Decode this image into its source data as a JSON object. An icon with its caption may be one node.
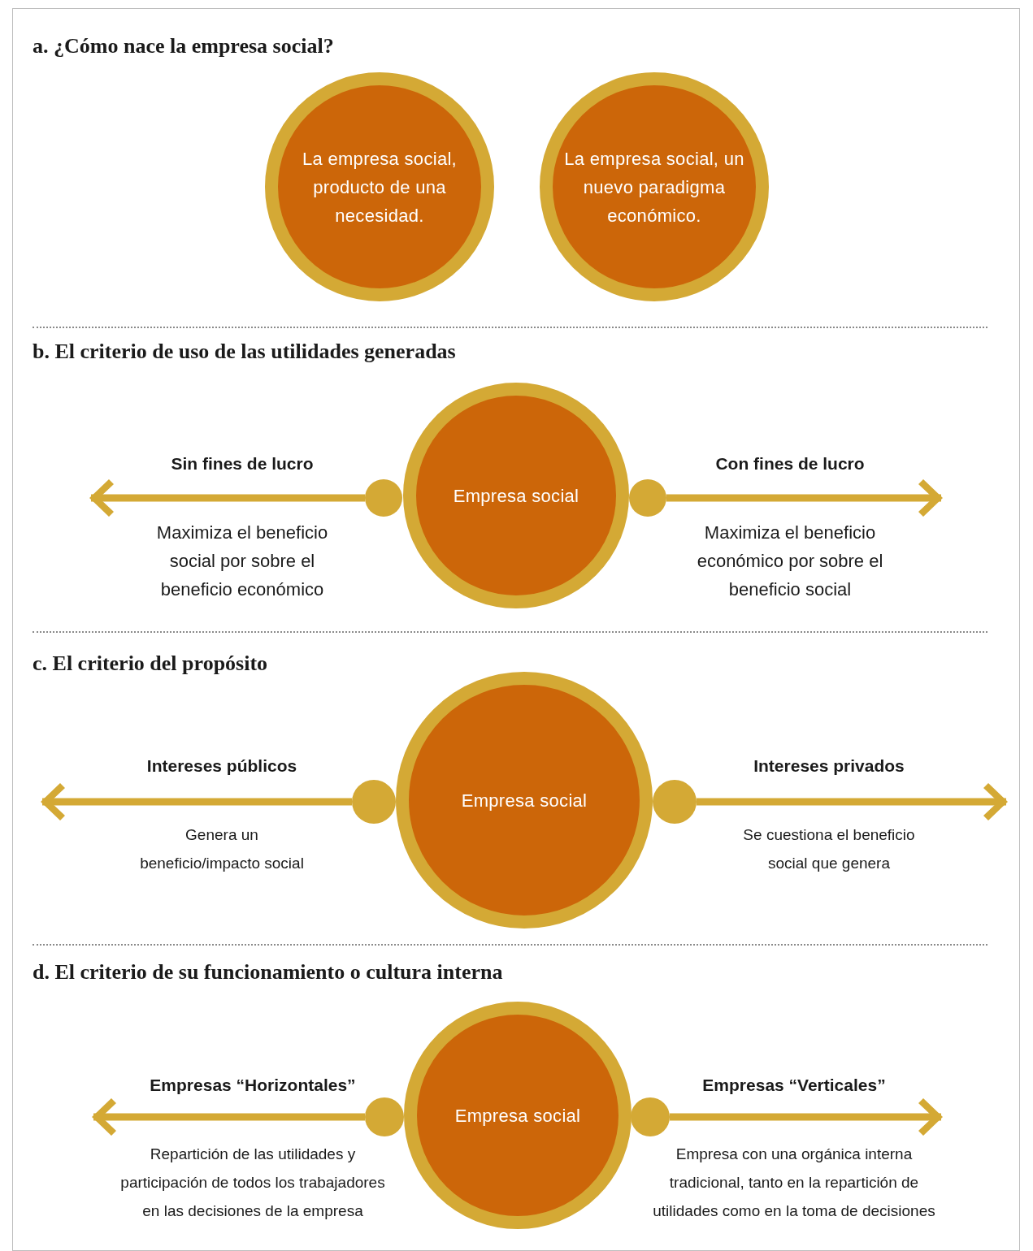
{
  "diagram": {
    "nodes": [
      {
        "text": [
          "La empresa social, producto de una necesidad."
        ]
      },
      {
        "text": [
          "La empresa social, un nuevo paradigma económico."
        ]
      },
      {
        "text": [],
        "shape": "circle"
      },
      {
        "text": [
          "Empresa social"
        ]
      },
      {
        "text": [],
        "shape": "circle"
      },
      {
        "text": [],
        "shape": "circle"
      },
      {
        "text": [
          "Empresa social"
        ]
      },
      {
        "text": [],
        "shape": "circle"
      },
      {
        "text": [],
        "shape": "circle"
      },
      {
        "text": [
          "Empresa social"
        ]
      },
      {
        "text": [],
        "shape": "circle"
      }
    ],
    "edges": [
      {
        "from": 2,
        "to": null,
        "arrow": "to"
      },
      {
        "from": 4,
        "to": null,
        "arrow": "to"
      },
      {
        "from": 5,
        "to": null,
        "arrow": "to"
      },
      {
        "from": 7,
        "to": null,
        "arrow": "to"
      },
      {
        "from": 8,
        "to": null,
        "arrow": "to"
      },
      {
        "from": 10,
        "to": null,
        "arrow": "to"
      }
    ],
    "labels": [
      "a. ¿Cómo nace la empresa social?",
      "b. El criterio de uso de las utilidades generadas",
      "Sin fines de lucro",
      "Con fines de lucro",
      "Maximiza el beneficio social por sobre el beneficio económico",
      "Maximiza el beneficio económico por sobre el beneficio social",
      "c. El criterio del propósito",
      "Intereses públicos",
      "Intereses privados",
      "Genera un beneficio/impacto social",
      "Se cuestiona el beneficio social que genera",
      "d. El criterio de su funcionamiento o cultura interna",
      "Empresas “Horizontales”",
      "Empresas “Verticales”",
      "Repartición de las utilidades y participación de todos los trabajadores en las decisiones de la empresa",
      "Empresa con una orgánica interna tradicional, tanto en la repartición de utilidades como en la toma de decisiones"
    ]
  }
}
